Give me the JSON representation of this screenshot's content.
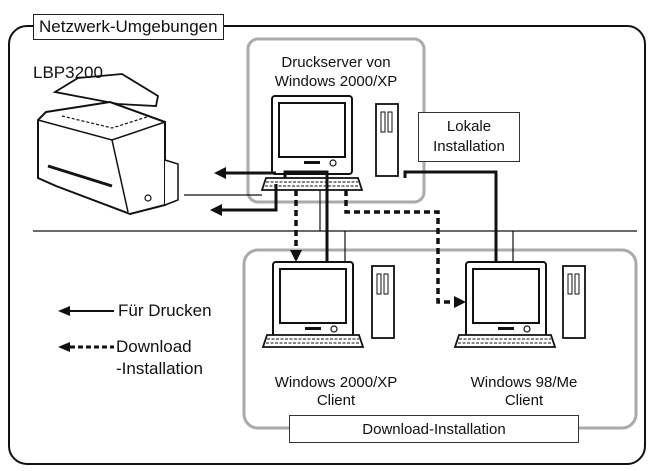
{
  "title": "Netzwerk-Umgebungen",
  "printer": {
    "label": "LBP3200"
  },
  "server": {
    "label_line1": "Druckserver von",
    "label_line2": "Windows 2000/XP"
  },
  "local_install": {
    "line1": "Lokale",
    "line2": "Installation"
  },
  "legend": {
    "print": "Für Drucken",
    "download_line1": "Download",
    "download_line2": "-Installation"
  },
  "client1": {
    "line1": "Windows 2000/XP",
    "line2": "Client"
  },
  "client2": {
    "line1": "Windows 98/Me",
    "line2": "Client"
  },
  "download_install_box": "Download-Installation"
}
